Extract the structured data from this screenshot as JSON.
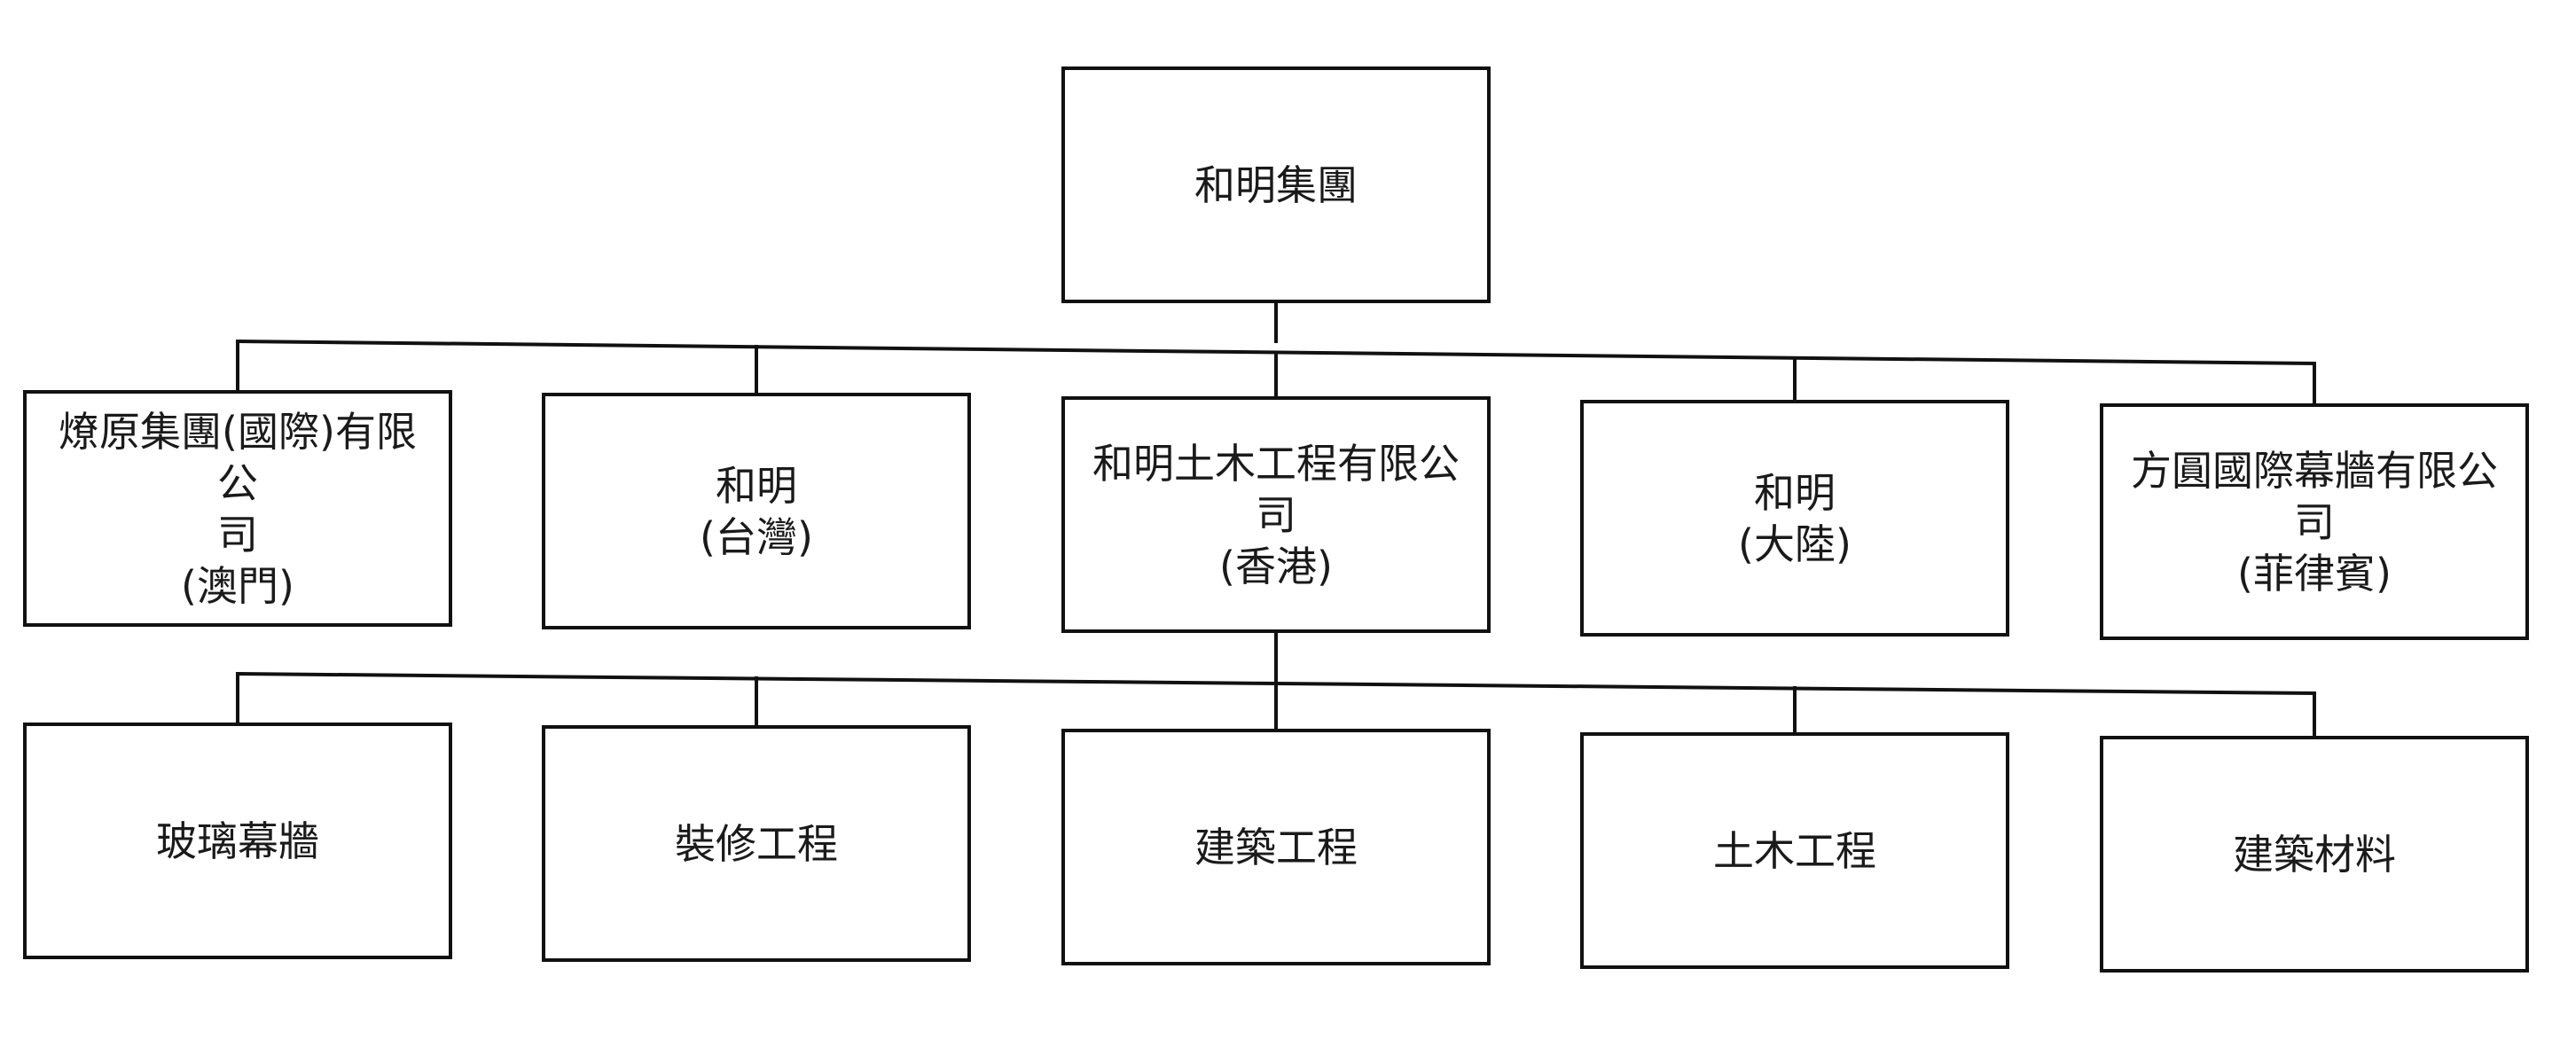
{
  "root": {
    "label": "和明集團"
  },
  "subsidiaries": [
    {
      "line1": "燎原集團(國際)有限公",
      "line2": "司",
      "line3": "(澳門)"
    },
    {
      "line1": "和明",
      "line2": "(台灣)"
    },
    {
      "line1": "和明土木工程有限公司",
      "line2": "(香港)"
    },
    {
      "line1": "和明",
      "line2": "(大陸)"
    },
    {
      "line1": "方圓國際幕牆有限公司",
      "line2": "(菲律賓)"
    }
  ],
  "divisions": [
    {
      "label": "玻璃幕牆"
    },
    {
      "label": "裝修工程"
    },
    {
      "label": "建築工程"
    },
    {
      "label": "土木工程"
    },
    {
      "label": "建築材料"
    }
  ]
}
